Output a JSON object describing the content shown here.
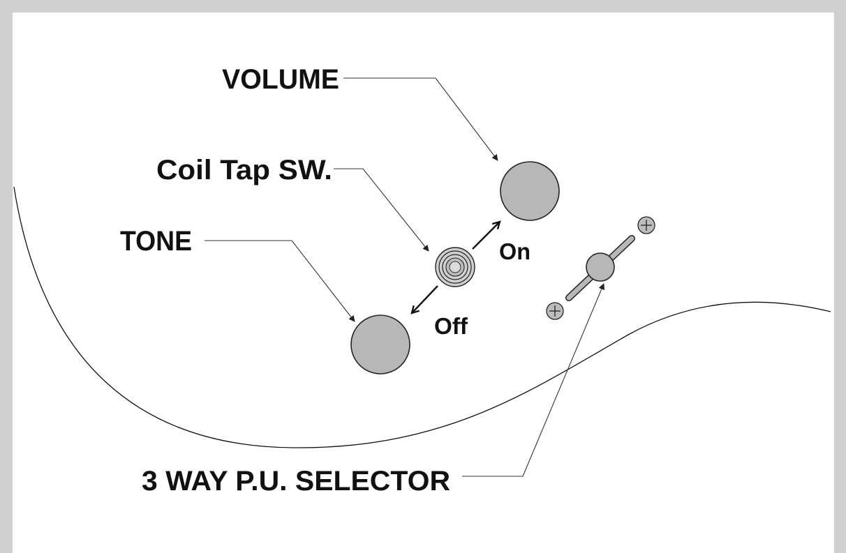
{
  "labels": {
    "volume": "VOLUME",
    "coil_tap": "Coil Tap SW.",
    "tone": "TONE",
    "on": "On",
    "off": "Off",
    "selector": "3 WAY P.U. SELECTOR"
  },
  "colors": {
    "background": "#cfcfcf",
    "panel": "#ffffff",
    "knob_fill": "#b7b7b7",
    "outline": "#222222",
    "text": "#111111"
  }
}
